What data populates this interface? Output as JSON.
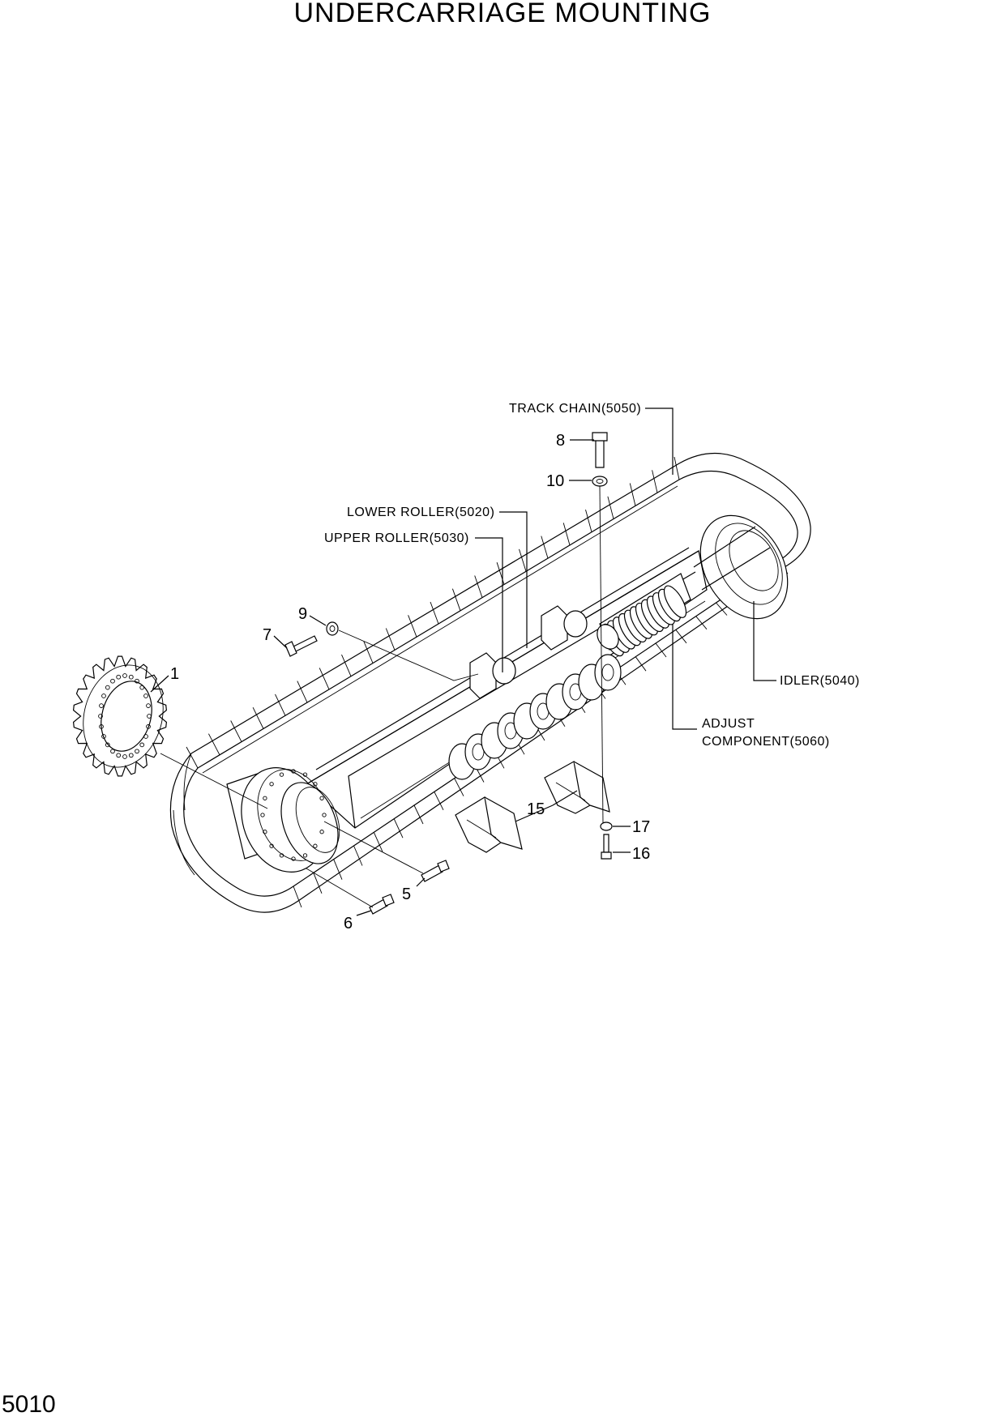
{
  "title": "UNDERCARRIAGE MOUNTING",
  "page_number": "5010",
  "labels": {
    "track_chain": "TRACK CHAIN(5050)",
    "lower_roller": "LOWER ROLLER(5020)",
    "upper_roller": "UPPER ROLLER(5030)",
    "idler": "IDLER(5040)",
    "adjust_line1": "ADJUST",
    "adjust_line2": "COMPONENT(5060)"
  },
  "callouts": {
    "c1": "1",
    "c5": "5",
    "c6": "6",
    "c7": "7",
    "c8": "8",
    "c9": "9",
    "c10": "10",
    "c15": "15",
    "c16": "16",
    "c17": "17"
  }
}
